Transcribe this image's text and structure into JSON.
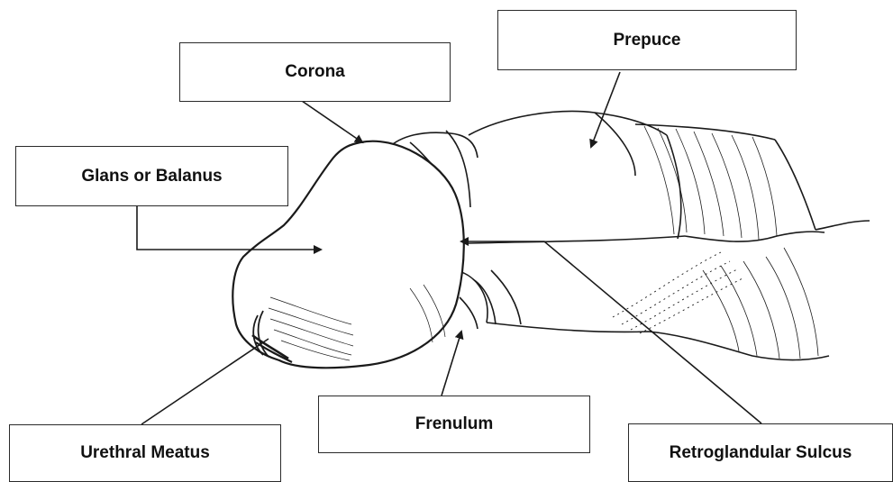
{
  "labels": {
    "corona": "Corona",
    "prepuce": "Prepuce",
    "glans": "Glans or Balanus",
    "frenulum": "Frenulum",
    "urethral_meatus": "Urethral Meatus",
    "retroglandular_sulcus": "Retroglandular Sulcus"
  },
  "colors": {
    "line": "#1a1a1a",
    "box_border": "#2a2a2a",
    "background": "#ffffff"
  }
}
